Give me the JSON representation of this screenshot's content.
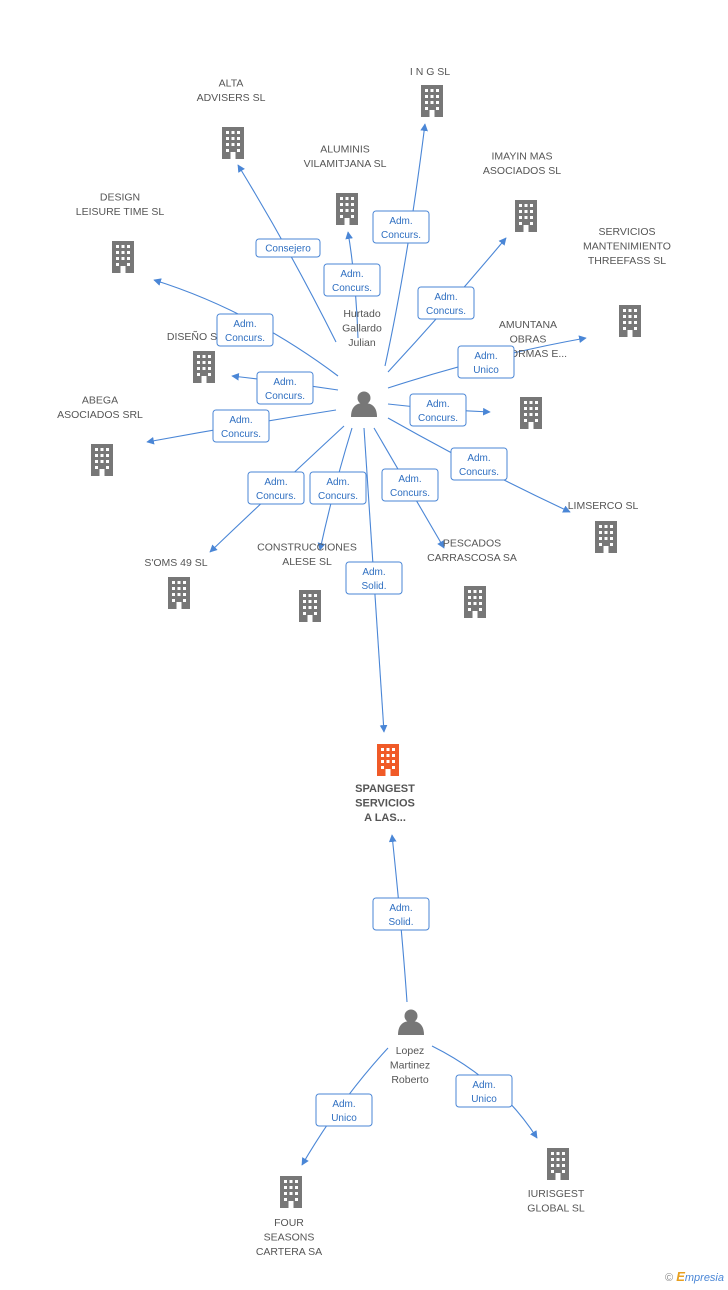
{
  "colors": {
    "edge": "#4a86d6",
    "building": "#777777",
    "main_building": "#f05a28",
    "person": "#777777"
  },
  "people": [
    {
      "id": "hurtado",
      "lines": [
        "Hurtado",
        "Gallardo",
        "Julian"
      ]
    },
    {
      "id": "lopez",
      "lines": [
        "Lopez",
        "Martinez",
        "Roberto"
      ]
    }
  ],
  "companies": [
    {
      "id": "spangest",
      "lines": [
        "SPANGEST",
        "SERVICIOS",
        "A LAS..."
      ],
      "main": true
    },
    {
      "id": "ing",
      "lines": [
        "I N G  SL"
      ]
    },
    {
      "id": "alta",
      "lines": [
        "ALTA",
        "ADVISERS SL"
      ]
    },
    {
      "id": "aluminis",
      "lines": [
        "ALUMINIS",
        "VILAMITJANA SL"
      ]
    },
    {
      "id": "imayin",
      "lines": [
        "IMAYIN MAS",
        "ASOCIADOS SL"
      ]
    },
    {
      "id": "design",
      "lines": [
        "DESIGN",
        "LEISURE TIME SL"
      ]
    },
    {
      "id": "servicios",
      "lines": [
        "SERVICIOS",
        "MANTENIMIENTO",
        "THREEFASS SL"
      ]
    },
    {
      "id": "diseno",
      "lines": [
        "DISEÑO S"
      ]
    },
    {
      "id": "tramuntana",
      "lines": [
        "AMUNTANA",
        "OBRAS",
        "REFORMAS E..."
      ]
    },
    {
      "id": "abega",
      "lines": [
        "ABEGA",
        "ASOCIADOS SRL"
      ]
    },
    {
      "id": "limserco",
      "lines": [
        "LIMSERCO SL"
      ]
    },
    {
      "id": "soms",
      "lines": [
        "S'OMS 49 SL"
      ]
    },
    {
      "id": "construcciones",
      "lines": [
        "CONSTRUCCIONES",
        "ALESE  SL"
      ]
    },
    {
      "id": "pescados",
      "lines": [
        "PESCADOS",
        "CARRASCOSA SA"
      ]
    },
    {
      "id": "four",
      "lines": [
        "FOUR",
        "SEASONS",
        "CARTERA SA"
      ]
    },
    {
      "id": "iurisgest",
      "lines": [
        "IURISGEST",
        "GLOBAL  SL"
      ]
    }
  ],
  "relations": [
    {
      "id": "r-ing",
      "from": "hurtado",
      "to": "ing",
      "role": [
        "Adm.",
        "Concurs."
      ]
    },
    {
      "id": "r-alta",
      "from": "hurtado",
      "to": "alta",
      "role": [
        "Consejero"
      ]
    },
    {
      "id": "r-aluminis",
      "from": "hurtado",
      "to": "aluminis",
      "role": [
        "Adm.",
        "Concurs."
      ]
    },
    {
      "id": "r-imayin",
      "from": "hurtado",
      "to": "imayin",
      "role": [
        "Adm.",
        "Concurs."
      ]
    },
    {
      "id": "r-design",
      "from": "hurtado",
      "to": "design",
      "role": [
        "Adm.",
        "Concurs."
      ]
    },
    {
      "id": "r-servicios",
      "from": "hurtado",
      "to": "servicios",
      "role": [
        "Adm.",
        "Unico"
      ]
    },
    {
      "id": "r-diseno",
      "from": "hurtado",
      "to": "diseno",
      "role": [
        "Adm.",
        "Concurs."
      ]
    },
    {
      "id": "r-tramuntana",
      "from": "hurtado",
      "to": "tramuntana",
      "role": [
        "Adm.",
        "Concurs."
      ]
    },
    {
      "id": "r-abega",
      "from": "hurtado",
      "to": "abega",
      "role": [
        "Adm.",
        "Concurs."
      ]
    },
    {
      "id": "r-limserco",
      "from": "hurtado",
      "to": "limserco",
      "role": [
        "Adm.",
        "Concurs."
      ]
    },
    {
      "id": "r-soms",
      "from": "hurtado",
      "to": "soms",
      "role": [
        "Adm.",
        "Concurs."
      ]
    },
    {
      "id": "r-construcciones",
      "from": "hurtado",
      "to": "construcciones",
      "role": [
        "Adm.",
        "Concurs."
      ]
    },
    {
      "id": "r-pescados",
      "from": "hurtado",
      "to": "pescados",
      "role": [
        "Adm.",
        "Concurs."
      ]
    },
    {
      "id": "r-spangest-h",
      "from": "hurtado",
      "to": "spangest",
      "role": [
        "Adm.",
        "Solid."
      ]
    },
    {
      "id": "r-spangest-l",
      "from": "lopez",
      "to": "spangest",
      "role": [
        "Adm.",
        "Solid."
      ]
    },
    {
      "id": "r-four",
      "from": "lopez",
      "to": "four",
      "role": [
        "Adm.",
        "Unico"
      ]
    },
    {
      "id": "r-iurisgest",
      "from": "lopez",
      "to": "iurisgest",
      "role": [
        "Adm.",
        "Unico"
      ]
    }
  ],
  "brand": {
    "copyright": "©",
    "name_first": "E",
    "name_rest": "mpresia"
  }
}
